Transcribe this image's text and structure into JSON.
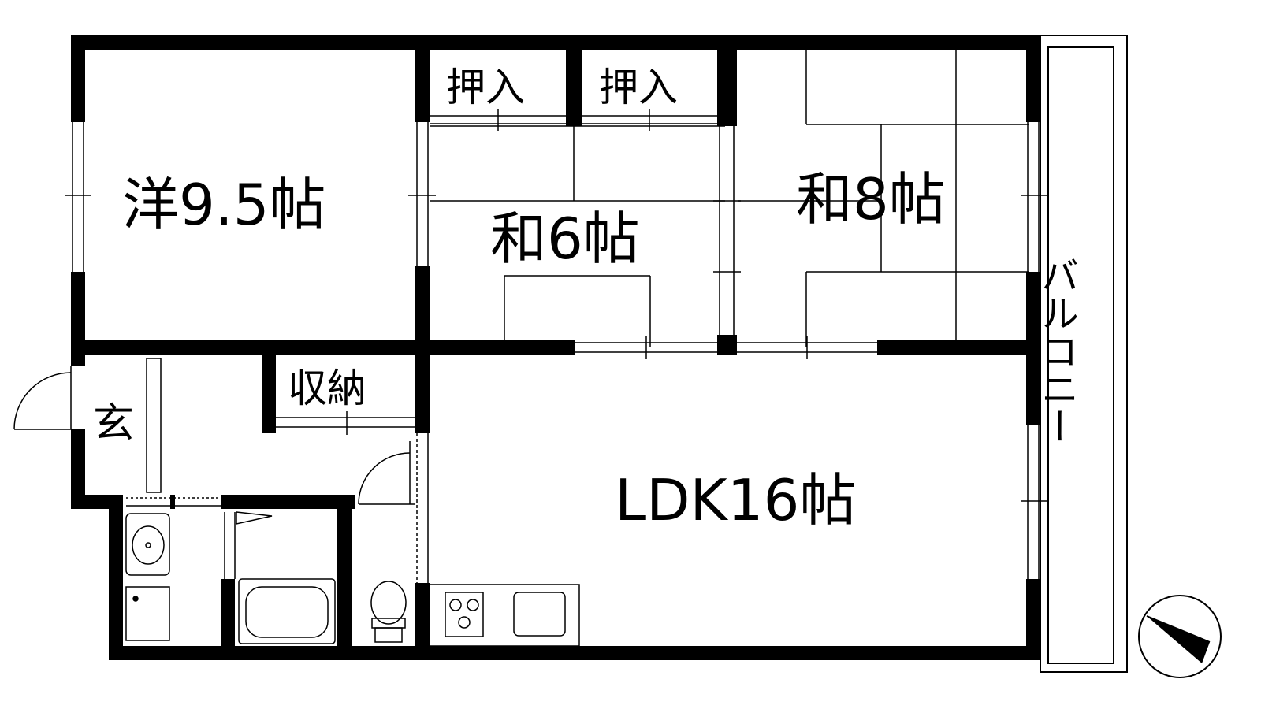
{
  "rooms": {
    "western": "洋9.5帖",
    "japanese6": "和6帖",
    "japanese8": "和8帖",
    "ldk": "LDK16帖",
    "entrance": "玄",
    "storage": "収納",
    "closet1": "押入",
    "closet2": "押入",
    "balcony": "バルコニー"
  },
  "colors": {
    "wall": "#000000",
    "line": "#000000",
    "background": "#ffffff"
  },
  "icons": {
    "compass": "north-arrow-icon",
    "stove": "stove-icon",
    "sink": "sink-icon",
    "toilet": "toilet-icon",
    "bathtub": "bathtub-icon",
    "washbasin": "washbasin-icon"
  }
}
